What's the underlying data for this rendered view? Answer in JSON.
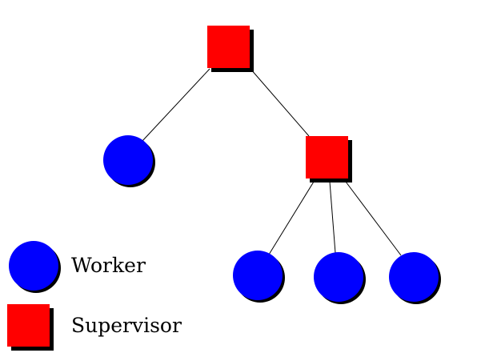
{
  "colors": {
    "worker_fill": "#0000ff",
    "supervisor_fill": "#ff0000",
    "shadow": "#000000",
    "edge": "#000000",
    "background": "#ffffff"
  },
  "tree": {
    "root": {
      "type": "supervisor",
      "children": [
        {
          "type": "worker",
          "children": []
        },
        {
          "type": "supervisor",
          "children": [
            {
              "type": "worker",
              "children": []
            },
            {
              "type": "worker",
              "children": []
            },
            {
              "type": "worker",
              "children": []
            }
          ]
        }
      ]
    }
  },
  "legend": {
    "worker_label": "Worker",
    "supervisor_label": "Supervisor"
  }
}
